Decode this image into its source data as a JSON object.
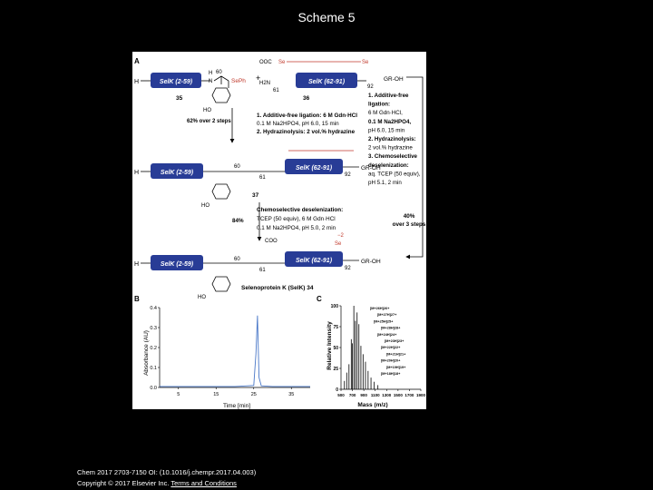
{
  "page": {
    "title": "Scheme 5"
  },
  "figure": {
    "panel_a": {
      "label": "A",
      "reactant_peptide": "SelK (2-59)",
      "reactant_residue": "60",
      "reactant_sephe": "SePh",
      "reactant_compound": "35",
      "reactant_ho": "HO",
      "h_left": "H",
      "plus": "+",
      "fragment2_peptide": "SelK (62-91)",
      "fragment2_compound": "36",
      "fragment2_se1": "Se",
      "fragment2_se2": "Se",
      "fragment2_ooc": "OOC",
      "fragment2_h2n": "H2N",
      "fragment2_61": "61",
      "fragment2_92": "92",
      "fragment2_end": "GR-OH",
      "step1_yield": "62% over 2 steps",
      "step1_line1": "1. Additive-free ligation: 6 M Gdn·HCl",
      "step1_line2": "0.1 M Na2HPO4, pH 6.0, 15 min",
      "step1_line3": "2. Hydrazinolysis: 2 vol.% hydrazine",
      "intermediate_left": "SelK (2-59)",
      "intermediate_right": "SelK (62-91)",
      "intermediate_compound": "37",
      "intermediate_60": "60",
      "intermediate_61": "61",
      "intermediate_92": "92",
      "intermediate_end": "GR-OH",
      "step2_yield": "84%",
      "step2_line1": "Chemoselective deselenization:",
      "step2_line2": "TCEP (50 equiv), 6 M Gdn·HCl",
      "step2_line3": "0.1 M Na2HPO4, pH 5.0, 2 min",
      "product_left": "SelK (2-59)",
      "product_right": "SelK (62-91)",
      "product_60": "60",
      "product_61": "61",
      "product_92": "92",
      "product_end": "GR-OH",
      "product_coo": "COO",
      "product_se": "Se",
      "product_charge": "−2",
      "product_name": "Selenoprotein K (SelK) 34",
      "side_box": [
        "1. Additive-free",
        "ligation:",
        "6 M Gdn·HCl,",
        "0.1 M Na2HPO4,",
        "pH 6.0, 15 min",
        "2. Hydrazinolysis:",
        "2 vol.% hydrazine",
        "3. Chemoselective",
        "deselenization:",
        "aq. TCEP (50 equiv),",
        "pH 5.1, 2 min"
      ],
      "side_yield_1": "40%",
      "side_yield_2": "over 3 steps",
      "ho_labels": [
        "HO",
        "HO"
      ]
    },
    "panel_b": {
      "label": "B",
      "xlabel": "Time [min]",
      "ylabel": "Absorbance (AU)",
      "y_ticks": [
        "0.0",
        "0.1",
        "0.2",
        "0.3",
        "0.4"
      ],
      "x_ticks": [
        "5",
        "15",
        "25",
        "35"
      ]
    },
    "panel_c": {
      "label": "C",
      "xlabel": "Mass (m/z)",
      "ylabel": "Relative Intensity",
      "y_ticks": [
        "0",
        "25",
        "50",
        "75",
        "100"
      ],
      "x_ticks": [
        "500",
        "700",
        "900",
        "1100",
        "1300",
        "1500",
        "1700",
        "1900"
      ],
      "peak_labels": [
        "[M+26H]26+",
        "[M+27H]27+",
        "[M+25H]25+",
        "[M+28H]28+",
        "[M+24H]24+",
        "[M+23H]23+",
        "[M+22H]22+",
        "[M+21H]21+",
        "[M+20H]20+",
        "[M+19H]19+",
        "[M+18H]18+"
      ]
    }
  },
  "chart_data": [
    {
      "type": "line",
      "title": "",
      "xlabel": "Time [min]",
      "ylabel": "Absorbance (AU)",
      "xlim": [
        0,
        40
      ],
      "ylim": [
        0,
        0.4
      ],
      "series": [
        {
          "x": [
            0,
            5,
            10,
            15,
            20,
            25,
            25.6,
            26.0,
            26.4,
            27,
            30,
            35,
            40
          ],
          "y": [
            0.005,
            0.005,
            0.005,
            0.005,
            0.005,
            0.01,
            0.17,
            0.36,
            0.05,
            0.008,
            0.005,
            0.005,
            0.005
          ]
        }
      ]
    },
    {
      "type": "bar",
      "title": "",
      "xlabel": "Mass (m/z)",
      "ylabel": "Relative Intensity",
      "xlim": [
        500,
        1900
      ],
      "ylim": [
        0,
        100
      ],
      "x": [
        560,
        600,
        640,
        680,
        700,
        725,
        752,
        782,
        814,
        849,
        887,
        929,
        975,
        1026,
        1083,
        1147
      ],
      "values": [
        10,
        20,
        30,
        60,
        55,
        100,
        82,
        92,
        78,
        52,
        42,
        33,
        22,
        14,
        9,
        5
      ]
    }
  ],
  "footer": {
    "line1": "Chem 2017 2703-7150 OI: (10.1016/j.chempr.2017.04.003)",
    "line2_prefix": "Copyright © 2017 Elsevier Inc.",
    "terms_link": "Terms and Conditions"
  }
}
